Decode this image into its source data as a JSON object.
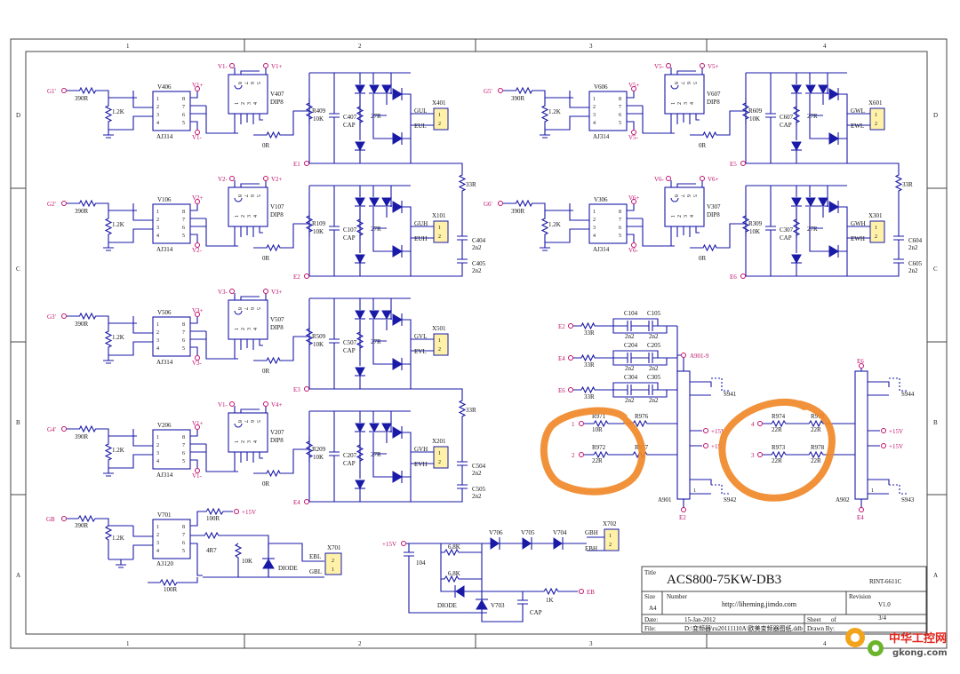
{
  "grid": {
    "columns": [
      "1",
      "2",
      "3",
      "4"
    ],
    "rows": [
      "D",
      "C",
      "B",
      "A"
    ]
  },
  "title_block": {
    "title_label": "Title",
    "title": "ACS800-75KW-DB3",
    "drawing_code": "RINT-6611C",
    "size_label": "Size",
    "size": "A4",
    "number_label": "Number",
    "number": "http://liheming.jimdo.com",
    "revision_label": "Revision",
    "revision": "V1.0",
    "date_label": "Date:",
    "date": "15-Jan-2012",
    "file_label": "File:",
    "file": "D:\\变频器\\ru20111110A\\欧美变频器图纸.ddb",
    "sheet_label": "Sheet",
    "of_label": "of",
    "sheet_value": "3/4",
    "drawn_by_label": "Drawn By:"
  },
  "watermark": {
    "cn": "中华工控网",
    "url": "gkong.com"
  },
  "left_channels": [
    {
      "gate_in": "G1'",
      "r_in": "390R",
      "r_pd": "1.2K",
      "opto": "V406",
      "opto_type": "AJ314",
      "vplus": "V1+",
      "vminus": "V1-",
      "driver": "V407",
      "driver_pkg": "DIP8",
      "rail_n": "V1-",
      "rail_p": "V1+",
      "r_gate": "0R",
      "r_main": "R409",
      "r_val": "10K",
      "cap": "C407",
      "cap_val": "CAP",
      "r27": "27R",
      "conn": "X401",
      "conn_top": "GUL",
      "conn_bot": "EUL",
      "emitter": "E1"
    },
    {
      "gate_in": "G2'",
      "r_in": "390R",
      "r_pd": "1.2K",
      "opto": "V106",
      "opto_type": "AJ314",
      "vplus": "V2+",
      "vminus": "V2-",
      "driver": "V107",
      "driver_pkg": "DIP8",
      "rail_n": "V2-",
      "rail_p": "V2+",
      "r_gate": "0R",
      "r_main": "R109",
      "r_val": "10K",
      "cap": "C107",
      "cap_val": "CAP",
      "r27": "27R",
      "conn": "X101",
      "conn_top": "GUH",
      "conn_bot": "EUH",
      "emitter": "E2"
    },
    {
      "gate_in": "G3'",
      "r_in": "390R",
      "r_pd": "1.2K",
      "opto": "V506",
      "opto_type": "AJ314",
      "vplus": "V3+",
      "vminus": "V3-",
      "driver": "V507",
      "driver_pkg": "DIP8",
      "rail_n": "V3-",
      "rail_p": "V3+",
      "r_gate": "0R",
      "r_main": "R509",
      "r_val": "10K",
      "cap": "C507",
      "cap_val": "CAP",
      "r27": "27R",
      "conn": "X501",
      "conn_top": "GVL",
      "conn_bot": "EVL",
      "emitter": "E3"
    },
    {
      "gate_in": "G4'",
      "r_in": "390R",
      "r_pd": "1.2K",
      "opto": "V206",
      "opto_type": "AJ314",
      "vplus": "V1+",
      "vminus": "V1-",
      "driver": "V207",
      "driver_pkg": "DIP8",
      "rail_n": "V1-",
      "rail_p": "V4+",
      "r_gate": "0R",
      "r_main": "R209",
      "r_val": "10K",
      "cap": "C207",
      "cap_val": "CAP",
      "r27": "27R",
      "conn": "X201",
      "conn_top": "GVH",
      "conn_bot": "EVH",
      "emitter": "E4"
    }
  ],
  "right_channels": [
    {
      "gate_in": "G5'",
      "r_in": "390R",
      "r_pd": "1.2K",
      "opto": "V606",
      "opto_type": "AJ314",
      "vplus": "V5+",
      "vminus": "V5-",
      "driver": "V607",
      "driver_pkg": "DIP8",
      "rail_n": "V5-",
      "rail_p": "V5+",
      "r_gate": "0R",
      "r_main": "R609",
      "r_val": "10K",
      "cap": "C607",
      "cap_val": "CAP",
      "r27": "27R",
      "conn": "X601",
      "conn_top": "GWL",
      "conn_bot": "EWL",
      "emitter": "E5"
    },
    {
      "gate_in": "G6'",
      "r_in": "390R",
      "r_pd": "1.2K",
      "opto": "V306",
      "opto_type": "AJ314",
      "vplus": "V6+",
      "vminus": "V6-",
      "driver": "V307",
      "driver_pkg": "DIP8",
      "rail_n": "V6-",
      "rail_p": "V6+",
      "r_gate": "0R",
      "r_main": "R309",
      "r_val": "10K",
      "cap": "C307",
      "cap_val": "CAP",
      "r27": "27R",
      "conn": "X301",
      "conn_top": "GWH",
      "conn_bot": "EWH",
      "emitter": "E6"
    }
  ],
  "snubbers": {
    "left_top": {
      "r": "33R",
      "c1": "C404",
      "c1_val": "2n2",
      "c2": "C405",
      "c2_val": "2n2"
    },
    "left_bot": {
      "r": "33R",
      "c1": "C504",
      "c1_val": "2n2",
      "c2": "C505",
      "c2_val": "2n2"
    },
    "right_top": {
      "r": "33R",
      "c1": "C604",
      "c1_val": "2n2",
      "c2": "C605",
      "c2_val": "2n2"
    }
  },
  "pin_numbers": {
    "p1": "1",
    "p2": "2",
    "p3": "3",
    "p4": "4",
    "p5": "5",
    "p6": "6",
    "p7": "7",
    "p8": "8"
  },
  "brake_channel": {
    "gate_in": "GB",
    "r_in": "390R",
    "r_pd": "1.2K",
    "opto": "V701",
    "opto_type": "A3120",
    "r_top": "100R",
    "rail": "+15V",
    "r_series": "4R7",
    "r_pd2": "10K",
    "diode": "DIODE",
    "r_bot": "100R",
    "conn": "X701",
    "conn_top": "EBL",
    "conn_bot": "GBL"
  },
  "brake_stage": {
    "rail": "+15V",
    "cap": "104",
    "r1": "6.8K",
    "r2": "6.8K",
    "d1": "V706",
    "d2": "V705",
    "d3": "V704",
    "conn": "X702",
    "conn_top": "GBH",
    "conn_bot": "EBH",
    "diode": "DIODE",
    "zener": "V703",
    "cap2": "CAP",
    "r_out": "1K",
    "out": "EB"
  },
  "emitter_caps": {
    "rows": [
      {
        "net": "E2",
        "r": "33R",
        "c_a": "C104",
        "c_b": "C105",
        "val_a": "2n2",
        "val_b": "2n2"
      },
      {
        "net": "E4",
        "r": "33R",
        "c_a": "C204",
        "c_b": "C205",
        "val_a": "2n2",
        "val_b": "2n2"
      },
      {
        "net": "E6",
        "r": "33R",
        "c_a": "C304",
        "c_b": "C305",
        "val_a": "2n2",
        "val_b": "2n2"
      }
    ],
    "bus_label": "A901-9"
  },
  "switch_block_1": {
    "in1": "1",
    "in2": "2",
    "r1": "R971",
    "r1_val": "10R",
    "r2": "R972",
    "r2_val": "22R",
    "r3": "R976",
    "r4": "R977",
    "rail1": "+15V",
    "rail2": "+15",
    "module": "A901",
    "bot_net": "E2",
    "sw_top": "S941",
    "sw_bot": "S942",
    "pin": "1"
  },
  "switch_block_2": {
    "in1": "4",
    "in2": "3",
    "r1": "R974",
    "r1_val": "22R",
    "r2": "R973",
    "r2_val": "22R",
    "r3": "R979",
    "r3_val": "22R",
    "r4": "R978",
    "r4_val": "22R",
    "rail1": "+15V",
    "rail2": "+15V",
    "module": "A902",
    "top_net": "E6",
    "bot_net": "E4",
    "sw_top": "S944",
    "sw_bot": "S943",
    "pin": "1"
  }
}
